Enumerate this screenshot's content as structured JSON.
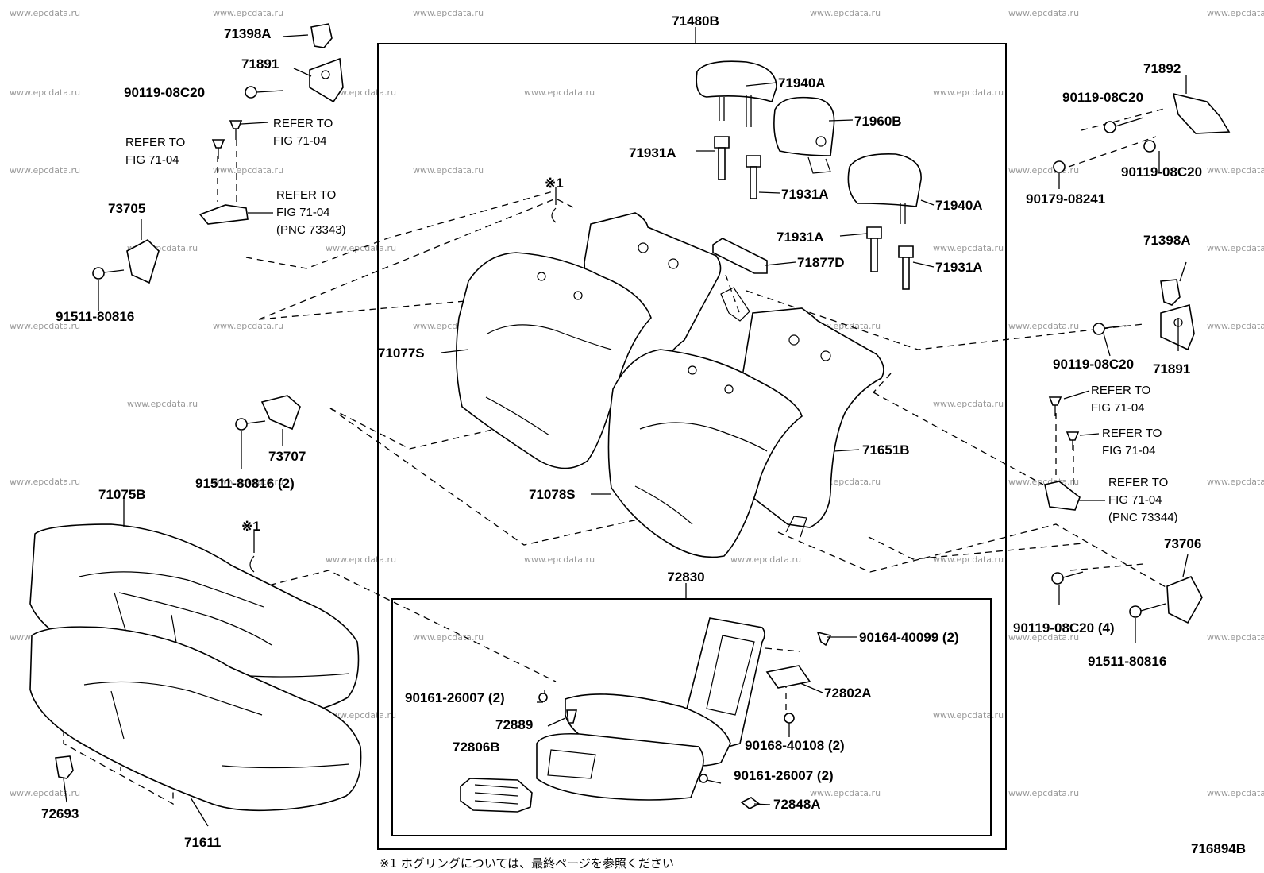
{
  "watermark": "www.epcdata.ru",
  "labels": {
    "l71480B": "71480B",
    "l72830": "72830",
    "l71398A_1": "71398A",
    "l71891_1": "71891",
    "l90119_1": "90119-08C20",
    "lref_1": "REFER TO",
    "lfig_1": "FIG 71-04",
    "lref_2": "REFER TO",
    "lfig_2": "FIG 71-04",
    "l73705": "73705",
    "lref_3": "REFER TO",
    "lfig_3": "FIG 71-04",
    "lpnc_1": "(PNC 73343)",
    "l91511_1": "91511-80816",
    "l71077S": "71077S",
    "l73707": "73707",
    "l91511_2": "91511-80816 (2)",
    "l71075B": "71075B",
    "lmark_1": "※1",
    "lmark_2": "※1",
    "l72693": "72693",
    "l71611": "71611",
    "l71940A_1": "71940A",
    "l71960B": "71960B",
    "l71931A_1": "71931A",
    "l71931A_2": "71931A",
    "l71940A_2": "71940A",
    "l71931A_3": "71931A",
    "l71877D": "71877D",
    "l71931A_4": "71931A",
    "l71651B": "71651B",
    "l71078S": "71078S",
    "l71892": "71892",
    "l90119_2": "90119-08C20",
    "l90119_3": "90119-08C20",
    "l90179": "90179-08241",
    "l71398A_2": "71398A",
    "l90119_4": "90119-08C20",
    "l71891_2": "71891",
    "lref_4": "REFER TO",
    "lfig_4": "FIG 71-04",
    "lref_5": "REFER TO",
    "lfig_5": "FIG 71-04",
    "lref_6": "REFER TO",
    "lfig_6": "FIG 71-04",
    "lpnc_2": "(PNC 73344)",
    "l73706": "73706",
    "l90119_5": "90119-08C20 (4)",
    "l91511_3": "91511-80816",
    "l90164": "90164-40099 (2)",
    "l72802A": "72802A",
    "l90161_1": "90161-26007 (2)",
    "l72889": "72889",
    "l72806B": "72806B",
    "l90168": "90168-40108 (2)",
    "l90161_2": "90161-26007 (2)",
    "l72848A": "72848A",
    "l716894B": "716894B"
  },
  "footnote": "※1  ホグリングについては、最終ページを参照ください"
}
